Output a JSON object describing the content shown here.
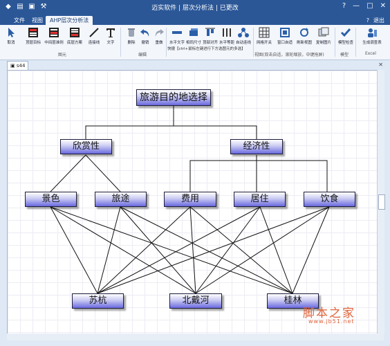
{
  "window": {
    "title": "迈实软件 | 层次分析法 | 已更改",
    "qat": [
      "app-icon",
      "open-icon",
      "save-icon",
      "tools-icon"
    ],
    "controls": [
      "?",
      "—",
      "□",
      "✕"
    ]
  },
  "tabs": [
    {
      "label": "文件"
    },
    {
      "label": "视图"
    },
    {
      "label": "AHP层次分析法"
    }
  ],
  "help": "?",
  "user": "退出",
  "ribbon": {
    "buttons": [
      {
        "label": "取消",
        "icon": "cursor-icon"
      },
      {
        "label": "顶层目标",
        "icon": "top-goal-icon"
      },
      {
        "label": "中间层准则",
        "icon": "criteria-icon"
      },
      {
        "label": "底层方案",
        "icon": "alternative-icon"
      },
      {
        "label": "连接线",
        "icon": "line-icon"
      },
      {
        "label": "文字",
        "icon": "text-icon"
      },
      {
        "label": "删除",
        "icon": "delete-icon"
      },
      {
        "label": "撤销",
        "icon": "undo-icon"
      },
      {
        "label": "重做",
        "icon": "redo-icon"
      },
      {
        "label": "水平文字",
        "icon": "horizontal-text-icon"
      },
      {
        "label": "相同尺寸",
        "icon": "same-size-icon"
      },
      {
        "label": "顶部对齐",
        "icon": "align-top-icon"
      },
      {
        "label": "水平等距",
        "icon": "h-spacing-icon"
      },
      {
        "label": "自动连线",
        "icon": "auto-connect-icon"
      },
      {
        "label": "网格开关",
        "icon": "grid-icon"
      },
      {
        "label": "窗口自适",
        "icon": "fit-window-icon"
      },
      {
        "label": "刷新视图",
        "icon": "refresh-icon"
      },
      {
        "label": "复制图片",
        "icon": "copy-image-icon"
      },
      {
        "label": "模型检查",
        "icon": "check-icon"
      },
      {
        "label": "生成调查表",
        "icon": "survey-icon"
      }
    ],
    "groups": [
      "图元",
      "编辑",
      "视图(双击自适，滚轮缩放，中键拖屏)",
      "模型",
      "Excel"
    ],
    "hint": "快捷【ctrl+鼠标左键进行下方选图元的多选】"
  },
  "doc_tab": {
    "label": "s44",
    "close": "✕"
  },
  "diagram": {
    "goal": "旅游目的地选择",
    "criteria": [
      "欣赏性",
      "经济性"
    ],
    "subcriteria": [
      "景色",
      "旅途",
      "费用",
      "居住",
      "饮食"
    ],
    "alternatives": [
      "苏杭",
      "北戴河",
      "桂林"
    ]
  },
  "watermark": {
    "brand": "脚本之家",
    "site": "www.jb51.net"
  },
  "accent": "#2b5797",
  "node_color": "#6a6ae0"
}
